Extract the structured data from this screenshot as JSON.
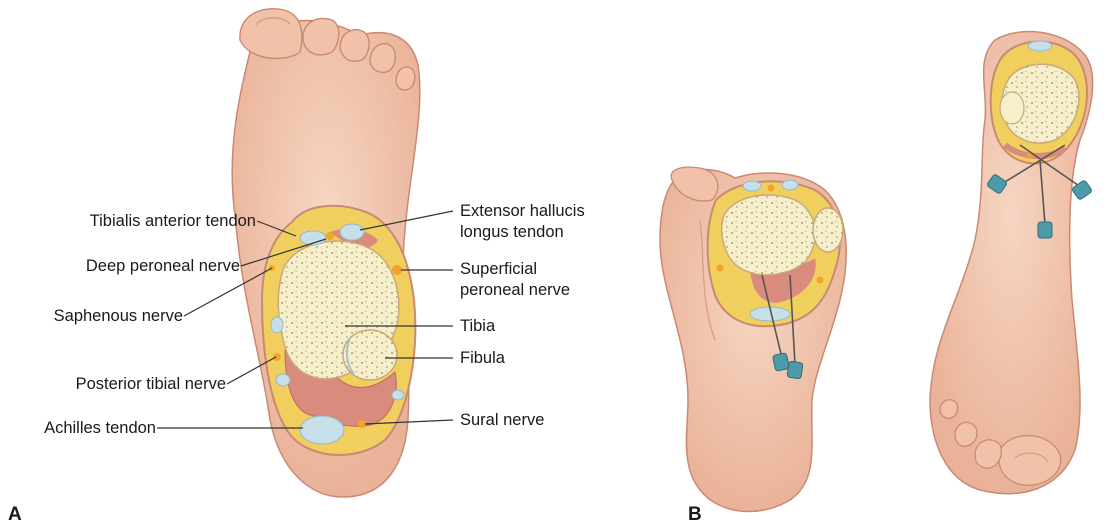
{
  "panels": {
    "a": "A",
    "b": "B"
  },
  "labels": {
    "tibialis_anterior": "Tibialis anterior tendon",
    "deep_peroneal": "Deep peroneal nerve",
    "saphenous": "Saphenous nerve",
    "posterior_tibial": "Posterior tibial nerve",
    "achilles": "Achilles tendon",
    "extensor_hallucis_1": "Extensor hallucis",
    "extensor_hallucis_2": "longus tendon",
    "superficial_peroneal_1": "Superficial",
    "superficial_peroneal_2": "peroneal nerve",
    "tibia": "Tibia",
    "fibula": "Fibula",
    "sural": "Sural nerve"
  },
  "colors": {
    "skin": "#f3c9b2",
    "skin_shadow": "#e6a78d",
    "outline": "#c98a73",
    "fat": "#f0cf5f",
    "bone": "#f6efcc",
    "bone_speckle": "#b59a6a",
    "muscle": "#d98b7d",
    "tendon": "#c7dfe8",
    "nerve": "#f2a32a",
    "needle": "#4d9aa8",
    "leader": "#333333"
  }
}
